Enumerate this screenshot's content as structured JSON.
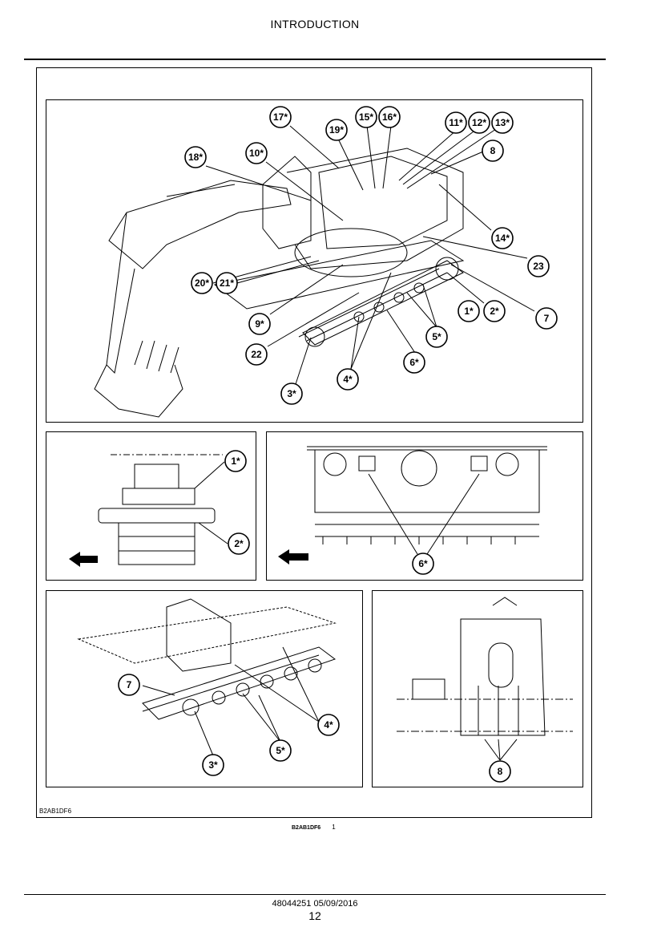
{
  "header": {
    "title": "INTRODUCTION"
  },
  "figure": {
    "ref_label": "B2AB1DF6",
    "caption_code": "B2AB1DF6",
    "caption_number": "1",
    "main_callouts": [
      "17*",
      "15*",
      "16*",
      "19*",
      "11*",
      "12*",
      "13*",
      "8",
      "10*",
      "18*",
      "14*",
      "23",
      "20*",
      "21*",
      "1*",
      "2*",
      "7",
      "9*",
      "5*",
      "22",
      "6*",
      "4*",
      "3*"
    ],
    "detail1_callouts": [
      "1*",
      "2*"
    ],
    "detail2_callouts": [
      "6*"
    ],
    "detail3_callouts": [
      "7",
      "4*",
      "5*",
      "3*"
    ],
    "detail4_callouts": [
      "8"
    ]
  },
  "footer": {
    "doc_id": "48044251 05/09/2016",
    "page": "12"
  }
}
